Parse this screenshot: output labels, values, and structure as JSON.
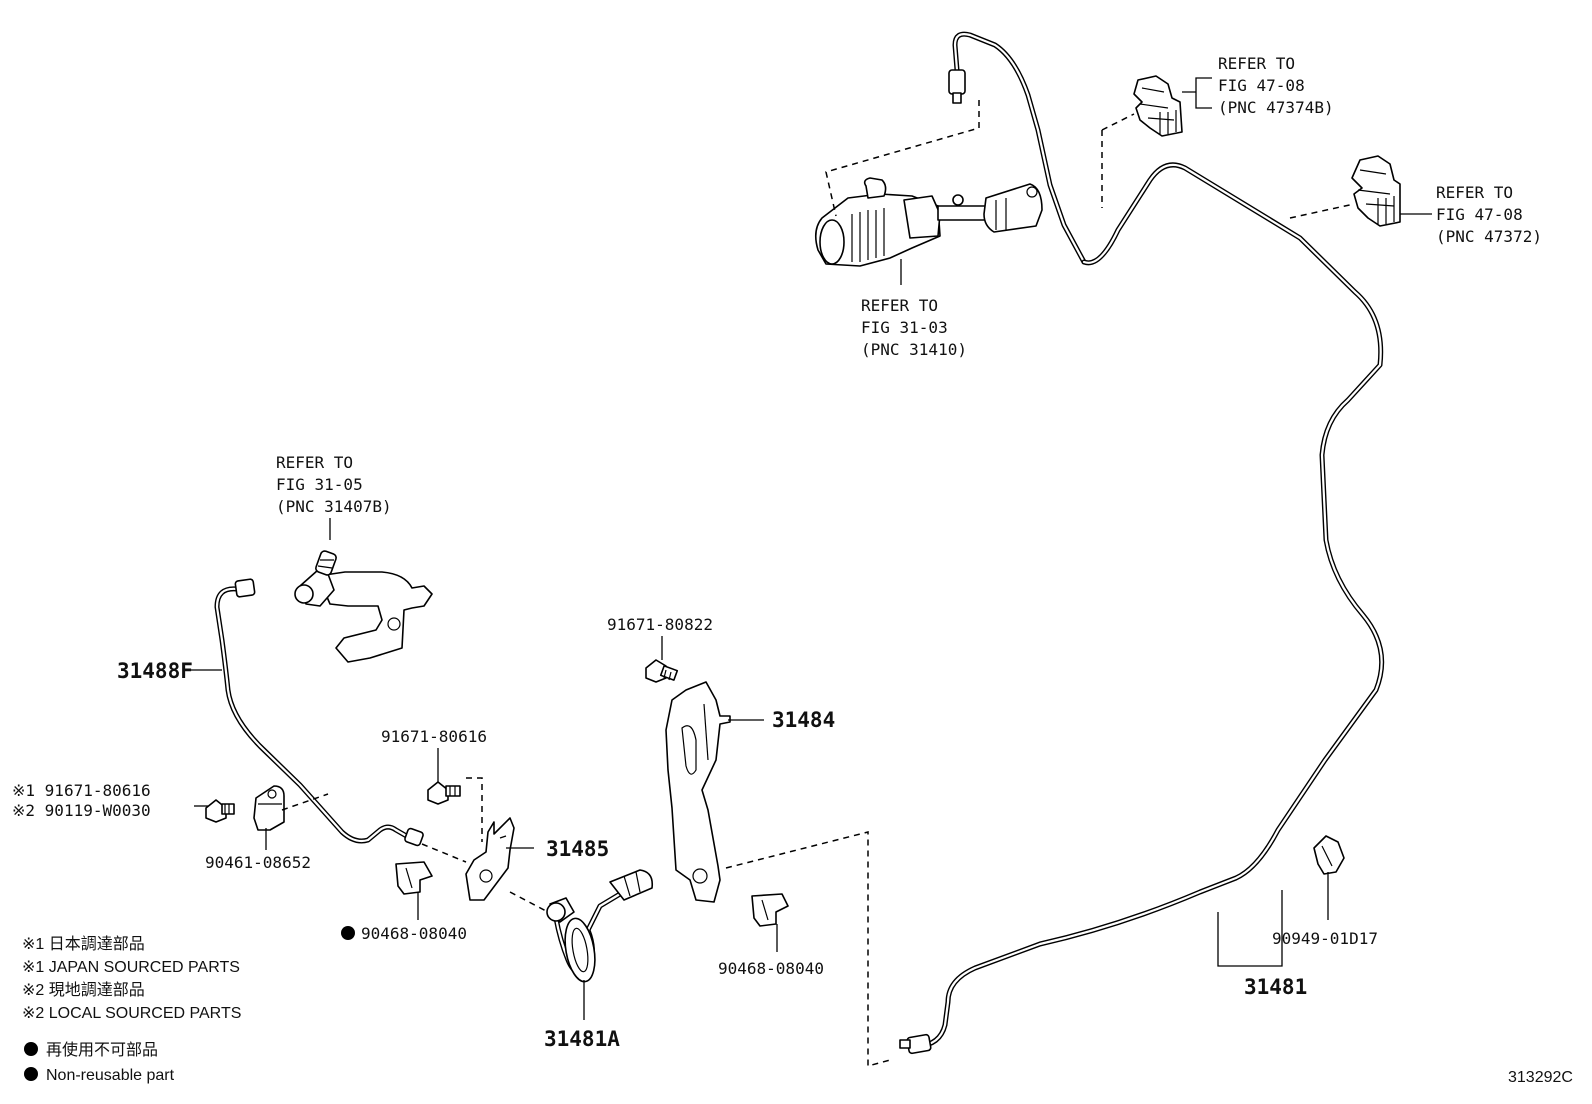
{
  "parts": {
    "p31488F": "31488F",
    "p31485": "31485",
    "p31484": "31484",
    "p31481A": "31481A",
    "p31481": "31481",
    "p91671_80822": "91671-80822",
    "p91671_80616": "91671-80616",
    "p90461_08652": "90461-08652",
    "p90468_08040_a": "90468-08040",
    "p90468_08040_b": "90468-08040",
    "p90949_01D17": "90949-01D17",
    "bolt_alt_1": "※1 91671-80616",
    "bolt_alt_2": "※2 90119-W0030"
  },
  "refs": {
    "ref_47374B": [
      "REFER TO",
      "FIG 47-08",
      "(PNC 47374B)"
    ],
    "ref_47372": [
      "REFER TO",
      "FIG 47-08",
      "(PNC 47372)"
    ],
    "ref_31410": [
      "REFER TO",
      "FIG 31-03",
      "(PNC 31410)"
    ],
    "ref_31407B": [
      "REFER TO",
      "FIG 31-05",
      "(PNC 31407B)"
    ]
  },
  "legend": {
    "l1": "※1 日本調達部品",
    "l2": "※1 JAPAN SOURCED PARTS",
    "l3": "※2 現地調達部品",
    "l4": "※2 LOCAL SOURCED PARTS",
    "l5": "再使用不可部品",
    "l6": "Non-reusable part"
  },
  "diagram_id": "313292C"
}
